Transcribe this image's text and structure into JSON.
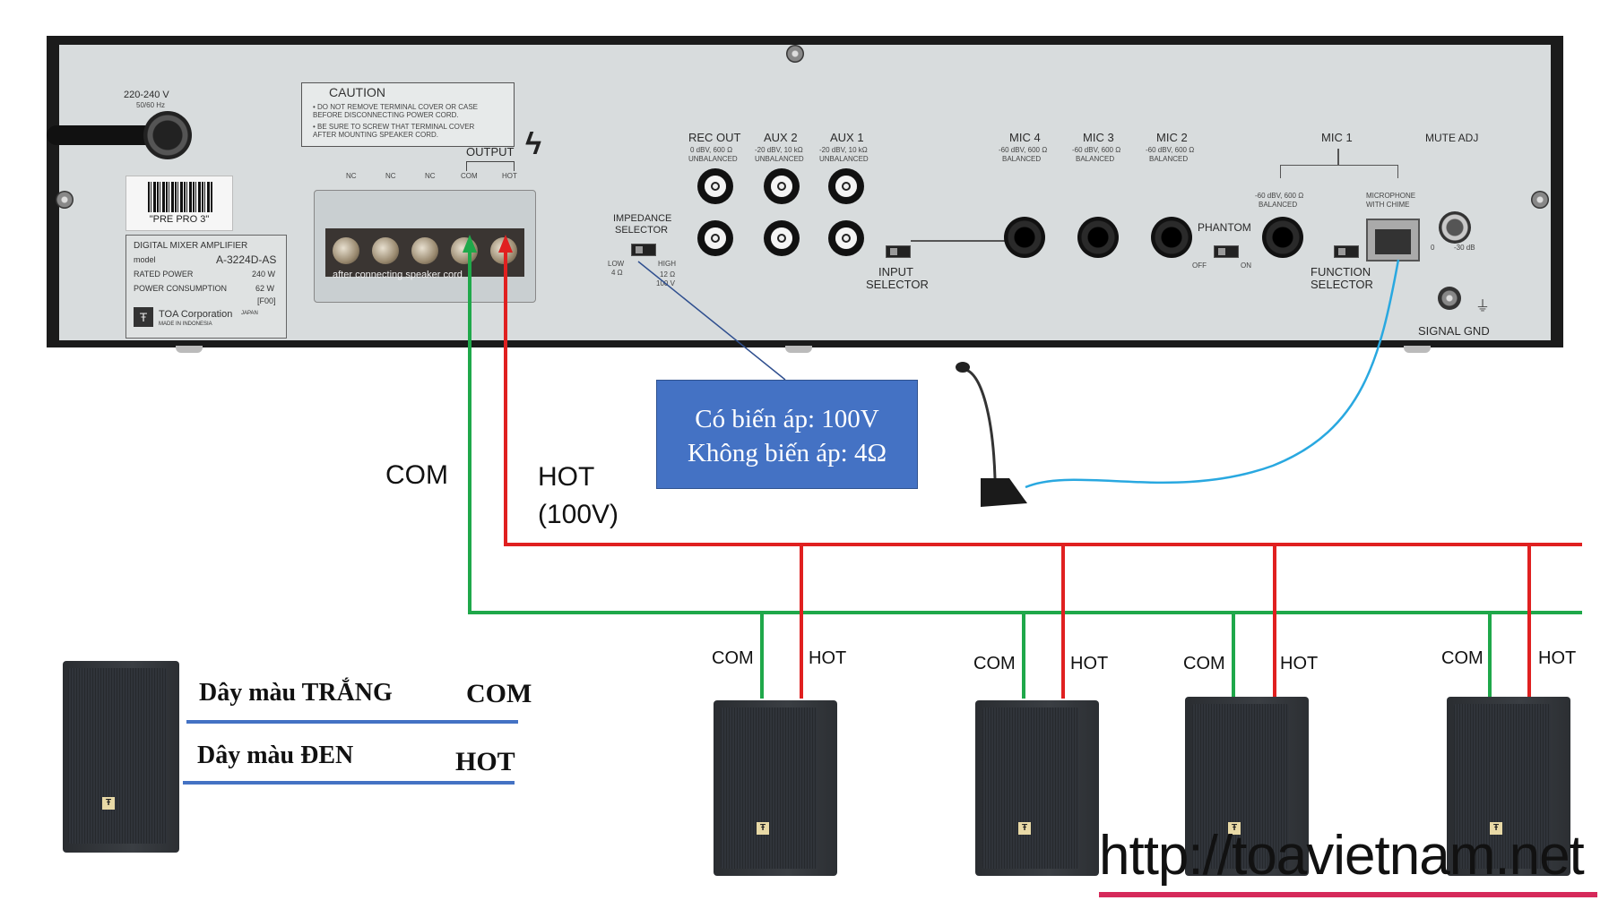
{
  "panel": {
    "power": {
      "voltage": "220-240 V",
      "freq": "50/60 Hz"
    },
    "caution": {
      "title": "CAUTION",
      "line1": "• DO NOT REMOVE TERMINAL COVER OR CASE",
      "line2": "BEFORE DISCONNECTING POWER CORD.",
      "line3": "• BE SURE TO SCREW THAT TERMINAL COVER",
      "line4": "AFTER MOUNTING SPEAKER CORD."
    },
    "barcode_label": "\"PRE PRO 3\"",
    "rating_label": {
      "title": "DIGITAL MIXER AMPLIFIER",
      "model_key": "model",
      "model": "A-3224D-AS",
      "rated_power_key": "RATED POWER",
      "rated_power": "240 W",
      "power_consumption_key": "POWER CONSUMPTION",
      "power_consumption": "62 W",
      "code": "[F00]",
      "maker": "TOA Corporation",
      "country": "JAPAN",
      "made_in": "MADE IN INDONESIA"
    },
    "output": {
      "title": "OUTPUT",
      "terminals": [
        "NC",
        "NC",
        "NC",
        "COM",
        "HOT"
      ],
      "cover_text": "after connecting speaker cord"
    },
    "impedance_selector": {
      "title1": "IMPEDANCE",
      "title2": "SELECTOR",
      "low": "LOW",
      "low_val": "4 Ω",
      "high": "HIGH",
      "high_val1": "12 Ω",
      "high_val2": "100 V"
    },
    "rec_out": {
      "name": "REC OUT",
      "spec1": "0 dBV, 600 Ω",
      "spec2": "UNBALANCED"
    },
    "aux2": {
      "name": "AUX 2",
      "spec1": "-20 dBV, 10 kΩ",
      "spec2": "UNBALANCED"
    },
    "aux1": {
      "name": "AUX 1",
      "spec1": "-20 dBV, 10 kΩ",
      "spec2": "UNBALANCED"
    },
    "input_selector": {
      "line1": "INPUT",
      "line2": "SELECTOR"
    },
    "mic4": {
      "name": "MIC 4",
      "spec1": "-60 dBV, 600 Ω",
      "spec2": "BALANCED"
    },
    "mic3": {
      "name": "MIC 3",
      "spec1": "-60 dBV, 600 Ω",
      "spec2": "BALANCED"
    },
    "mic2": {
      "name": "MIC 2",
      "spec1": "-60 dBV, 600 Ω",
      "spec2": "BALANCED"
    },
    "phantom": {
      "title": "PHANTOM",
      "off": "OFF",
      "on": "ON"
    },
    "mic1": {
      "name": "MIC 1",
      "spec1": "-60 dBV, 600 Ω",
      "spec2": "BALANCED",
      "chime1": "MICROPHONE",
      "chime2": "WITH CHIME"
    },
    "function_selector": {
      "line1": "FUNCTION",
      "line2": "SELECTOR"
    },
    "mute_adj": {
      "name": "MUTE ADJ",
      "min": "0",
      "max": "-30 dB"
    },
    "signal_gnd": "SIGNAL GND"
  },
  "infobox": {
    "line1": "Có biến áp: 100V",
    "line2": "Không biến áp: 4Ω"
  },
  "wire_labels": {
    "com": "COM",
    "hot1": "HOT",
    "hot2": "(100V)"
  },
  "speaker_taps": [
    {
      "com": "COM",
      "hot": "HOT"
    },
    {
      "com": "COM",
      "hot": "HOT"
    },
    {
      "com": "COM",
      "hot": "HOT"
    },
    {
      "com": "COM",
      "hot": "HOT"
    }
  ],
  "legend": {
    "white_wire": "Dây màu TRẮNG",
    "white_term": "COM",
    "black_wire": "Dây màu ĐEN",
    "black_term": "HOT"
  },
  "url": "http://toavietnam.net",
  "colors": {
    "hot_wire": "#e02020",
    "com_wire": "#1fa84a",
    "mic_cable": "#29a8e0",
    "legend_line": "#4472c4",
    "infobox": "#4472c4"
  }
}
